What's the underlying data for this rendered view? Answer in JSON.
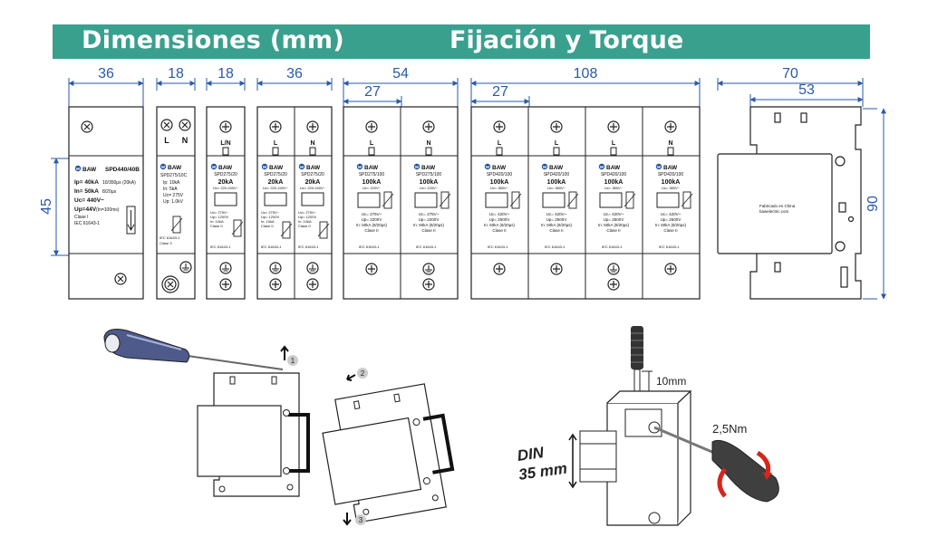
{
  "header": {
    "left_title": "Dimensiones   (mm)",
    "right_title": "Fijación y Torque"
  },
  "dimensions": {
    "d36a": "36",
    "d18a": "18",
    "d18b": "18",
    "d36b": "36",
    "d54": "54",
    "d27a": "27",
    "d108": "108",
    "d27b": "27",
    "d70": "70",
    "d53": "53",
    "d45": "45",
    "d90": "90"
  },
  "modules": {
    "m1": {
      "brand": "BAW",
      "model": "SPD440/40B",
      "l1": "Ip= 40kA",
      "l1s": "10/350μs (20kA)",
      "l2": "In= 50kA",
      "l2s": "8/20μs",
      "l3": "Uc= 440V~",
      "l4": "Up=44V",
      "l4s": "(In=100ms)",
      "l5": "Clase I",
      "l6": "IEC 61643-1"
    },
    "m2": {
      "brand": "BAW",
      "model": "SPD275/10C",
      "t1": "L",
      "t2": "N",
      "l1": "Ip: 10kA",
      "l2": "In: 5kA",
      "l3": "Uc= 275V",
      "l4": "Up: 1.0kV",
      "l5": "IEC 61643-1",
      "l6": "Clase 3"
    },
    "m3": {
      "brand": "BAW",
      "model": "SPD275/20",
      "term": "L/N",
      "rating": "20kA",
      "uc": "Uc= 220-240V~",
      "l1": "Uc= 275V~",
      "l2": "Up= 1200V",
      "l3": "In: 10kA",
      "l4": "Clase II",
      "iec": "IEC 61643-1"
    },
    "m4": {
      "brand": "BAW",
      "model": "SPD275/20",
      "t1": "L",
      "t2": "N",
      "rating": "20kA",
      "uc": "Uc= 220-240V~",
      "l1": "Uc= 275V~",
      "l2": "Up= 1200V",
      "l3": "In: 10kA",
      "l4": "Clase II",
      "iec": "IEC 61643-1"
    },
    "m5": {
      "brand": "BAW",
      "model": "SPD275/100",
      "t1": "L",
      "t2": "N",
      "rating": "100kA",
      "uc": "Uc= 220V~",
      "l1": "Uc= 275V~",
      "l2": "Up= 2200V",
      "l3": "In: 60kA (8/20μs)",
      "l4": "Clase II",
      "iec": "IEC 61643-1"
    },
    "m6": {
      "brand": "BAW",
      "model": "SPD420/100",
      "t1": "L",
      "t2": "L",
      "t3": "L",
      "t4": "N",
      "rating": "100kA",
      "uc": "Uc= 380V~",
      "l1": "Uc= 420V~",
      "l2": "Up= 2500V",
      "l3": "In: 60kA (8/20μs)",
      "l4": "Clase II",
      "iec": "IEC 61643-1"
    },
    "side": {
      "l1": "Fabricado en China",
      "l2": "bawelectric.com"
    }
  },
  "install": {
    "step1": "1",
    "step2": "2",
    "step3": "3",
    "wire": "10mm",
    "din_line1": "DIN",
    "din_line2": "35 mm",
    "torque": "2,5Nm"
  }
}
